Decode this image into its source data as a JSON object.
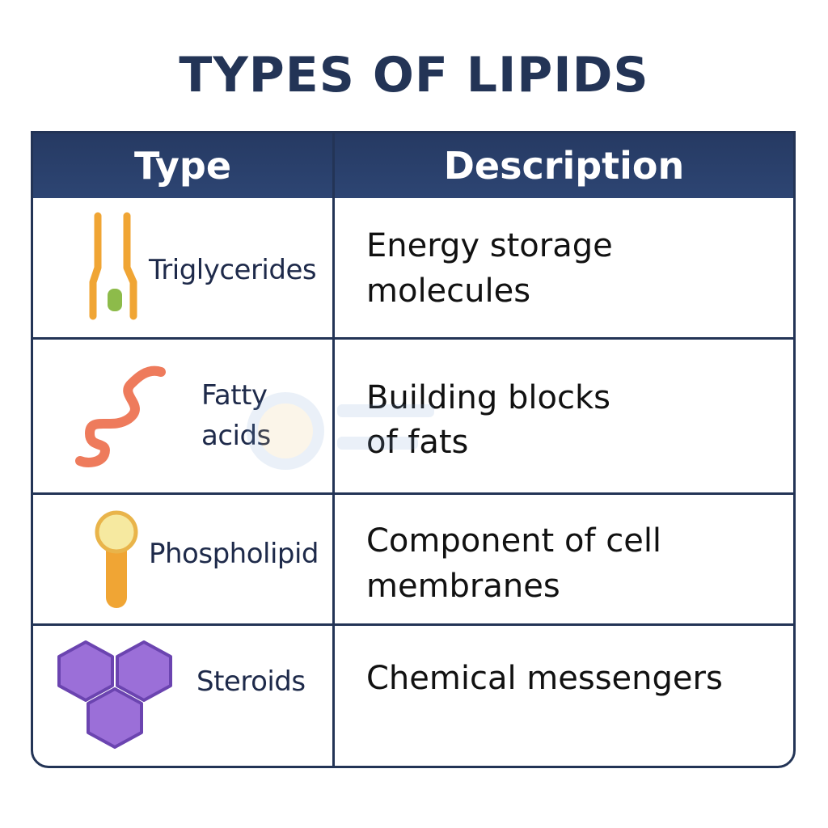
{
  "title": "TYPES OF LIPIDS",
  "table": {
    "headers": {
      "type": "Type",
      "description": "Description"
    },
    "rows": [
      {
        "type": "Triglycerides",
        "description_line1": "Energy storage",
        "description_line2": "molecules",
        "icon": "triglyceride-icon"
      },
      {
        "type_line1": "Fatty",
        "type_line2": "acids",
        "description_line1": "Building blocks",
        "description_line2": "of fats",
        "icon": "fatty-acid-icon"
      },
      {
        "type": "Phospholipid",
        "description_line1": "Component of cell",
        "description_line2": "membranes",
        "icon": "phospholipid-icon"
      },
      {
        "type": "Steroids",
        "description_line1": "Chemical messengers",
        "icon": "steroid-icon"
      }
    ]
  },
  "colors": {
    "header_bg": "#263a63",
    "border": "#233456",
    "triglyceride_chain": "#f0a534",
    "triglyceride_head": "#8dbb4a",
    "fatty_acid": "#ee7b5c",
    "phospholipid_head": "#f6e9a0",
    "phospholipid_tail": "#f0a534",
    "steroid": "#9b6fd8"
  }
}
